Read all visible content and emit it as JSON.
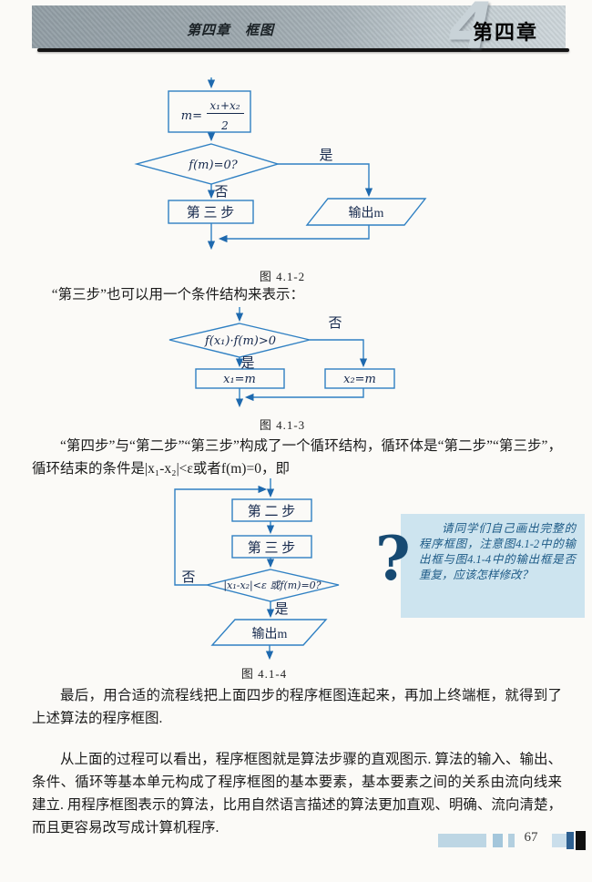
{
  "header": {
    "running_title": "第四章　框图",
    "chapter_label": "第四章",
    "chapter_number_watermark": "4"
  },
  "fig1": {
    "assign_lhs": "m=",
    "assign_numerator": "x₁+x₂",
    "assign_denominator": "2",
    "condition": "f(m)=0?",
    "yes": "是",
    "no": "否",
    "step_box": "第 三 步",
    "output_box": "输出m",
    "caption": "图 4.1-2"
  },
  "para_condition_intro": "“第三步”也可以用一个条件结构来表示：",
  "fig2": {
    "condition": "f(x₁)·f(m)>0",
    "no": "否",
    "yes": "是",
    "left_box": "x₁=m",
    "right_box": "x₂=m",
    "caption": "图 4.1-3"
  },
  "para_loop": "“第四步”与“第二步”“第三步”构成了一个循环结构，循环体是“第二步”“第三步”，循环结束的条件是|x₁-x₂|<ε或者f(m)=0，即",
  "fig3": {
    "step2_box": "第 二 步",
    "step3_box": "第 三 步",
    "condition": "|x₁-x₂|<ε 或f(m)=0?",
    "no": "否",
    "yes": "是",
    "output_box": "输出m",
    "caption": "图 4.1-4"
  },
  "note": {
    "mark": "?",
    "text": "请同学们自己画出完整的程序框图，注意图4.1-2中的输出框与图4.1-4中的输出框是否重复，应该怎样修改？"
  },
  "para_final": "最后，用合适的流程线把上面四步的程序框图连起来，再加上终端框，就得到了上述算法的程序框图.",
  "para_summary": "从上面的过程可以看出，程序框图就是算法步骤的直观图示. 算法的输入、输出、条件、循环等基本单元构成了程序框图的基本要素，基本要素之间的关系由流向线来建立. 用程序框图表示的算法，比用自然语言描述的算法更加直观、明确、流向清楚，而且更容易改写成计算机程序.",
  "footer": {
    "page_number": "67"
  },
  "colors": {
    "flow_stroke": "#2f80c3",
    "arrow_fill": "#1e69ae",
    "note_bg": "#cde4ef",
    "note_text": "#1d5a86",
    "banner_dark": "#929ea5",
    "banner_light": "#ced7db"
  }
}
